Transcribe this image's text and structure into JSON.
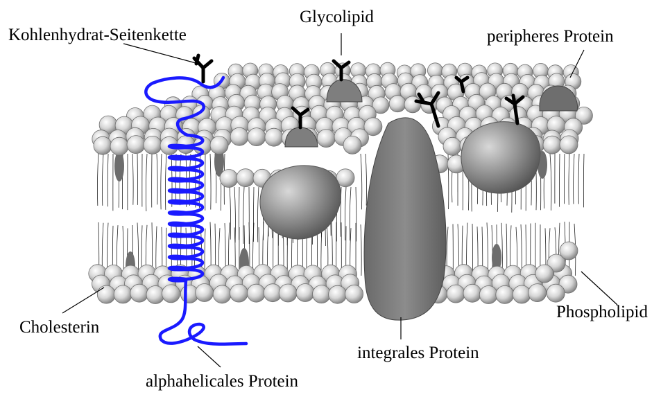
{
  "labels": {
    "carbohydrate_chain": "Kohlenhydrat-Seitenkette",
    "glycolipid": "Glycolipid",
    "peripheral_protein": "peripheres Protein",
    "cholesterol": "Cholesterin",
    "phospholipid": "Phospholipid",
    "integral_protein": "integrales Protein",
    "alpha_helical_protein": "alphahelicales Protein"
  },
  "colors": {
    "background": "#ffffff",
    "helix": "#1a1aff",
    "protein": "#7a7a7a",
    "lipid_head": "#d4d4d4",
    "text": "#000000"
  }
}
